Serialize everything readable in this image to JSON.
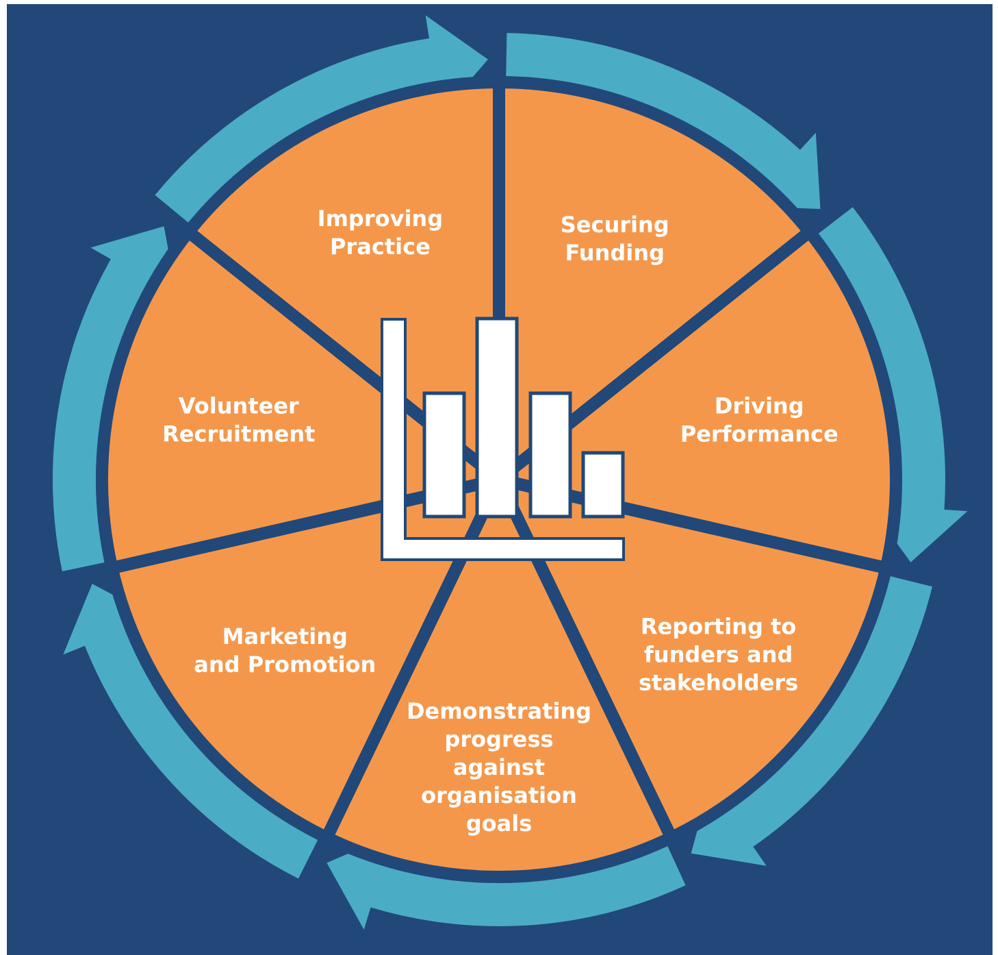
{
  "colors": {
    "background": "#214879",
    "segment_fill": "#F5974A",
    "arrow_ring": "#4BACC6",
    "icon_fill": "#ffffff"
  },
  "center_icon": "bar-chart-icon",
  "segments": [
    {
      "id": "securing-funding",
      "lines": [
        "Securing",
        "Funding"
      ]
    },
    {
      "id": "driving-performance",
      "lines": [
        "Driving",
        "Performance"
      ]
    },
    {
      "id": "reporting",
      "lines": [
        "Reporting to",
        "funders and",
        "stakeholders"
      ]
    },
    {
      "id": "demonstrating-progress",
      "lines": [
        "Demonstrating",
        "progress",
        "against",
        "organisation",
        "goals"
      ]
    },
    {
      "id": "marketing-promotion",
      "lines": [
        "Marketing",
        "and Promotion"
      ]
    },
    {
      "id": "volunteer-recruitment",
      "lines": [
        "Volunteer",
        "Recruitment"
      ]
    },
    {
      "id": "improving-practice",
      "lines": [
        "Improving",
        "Practice"
      ]
    }
  ]
}
